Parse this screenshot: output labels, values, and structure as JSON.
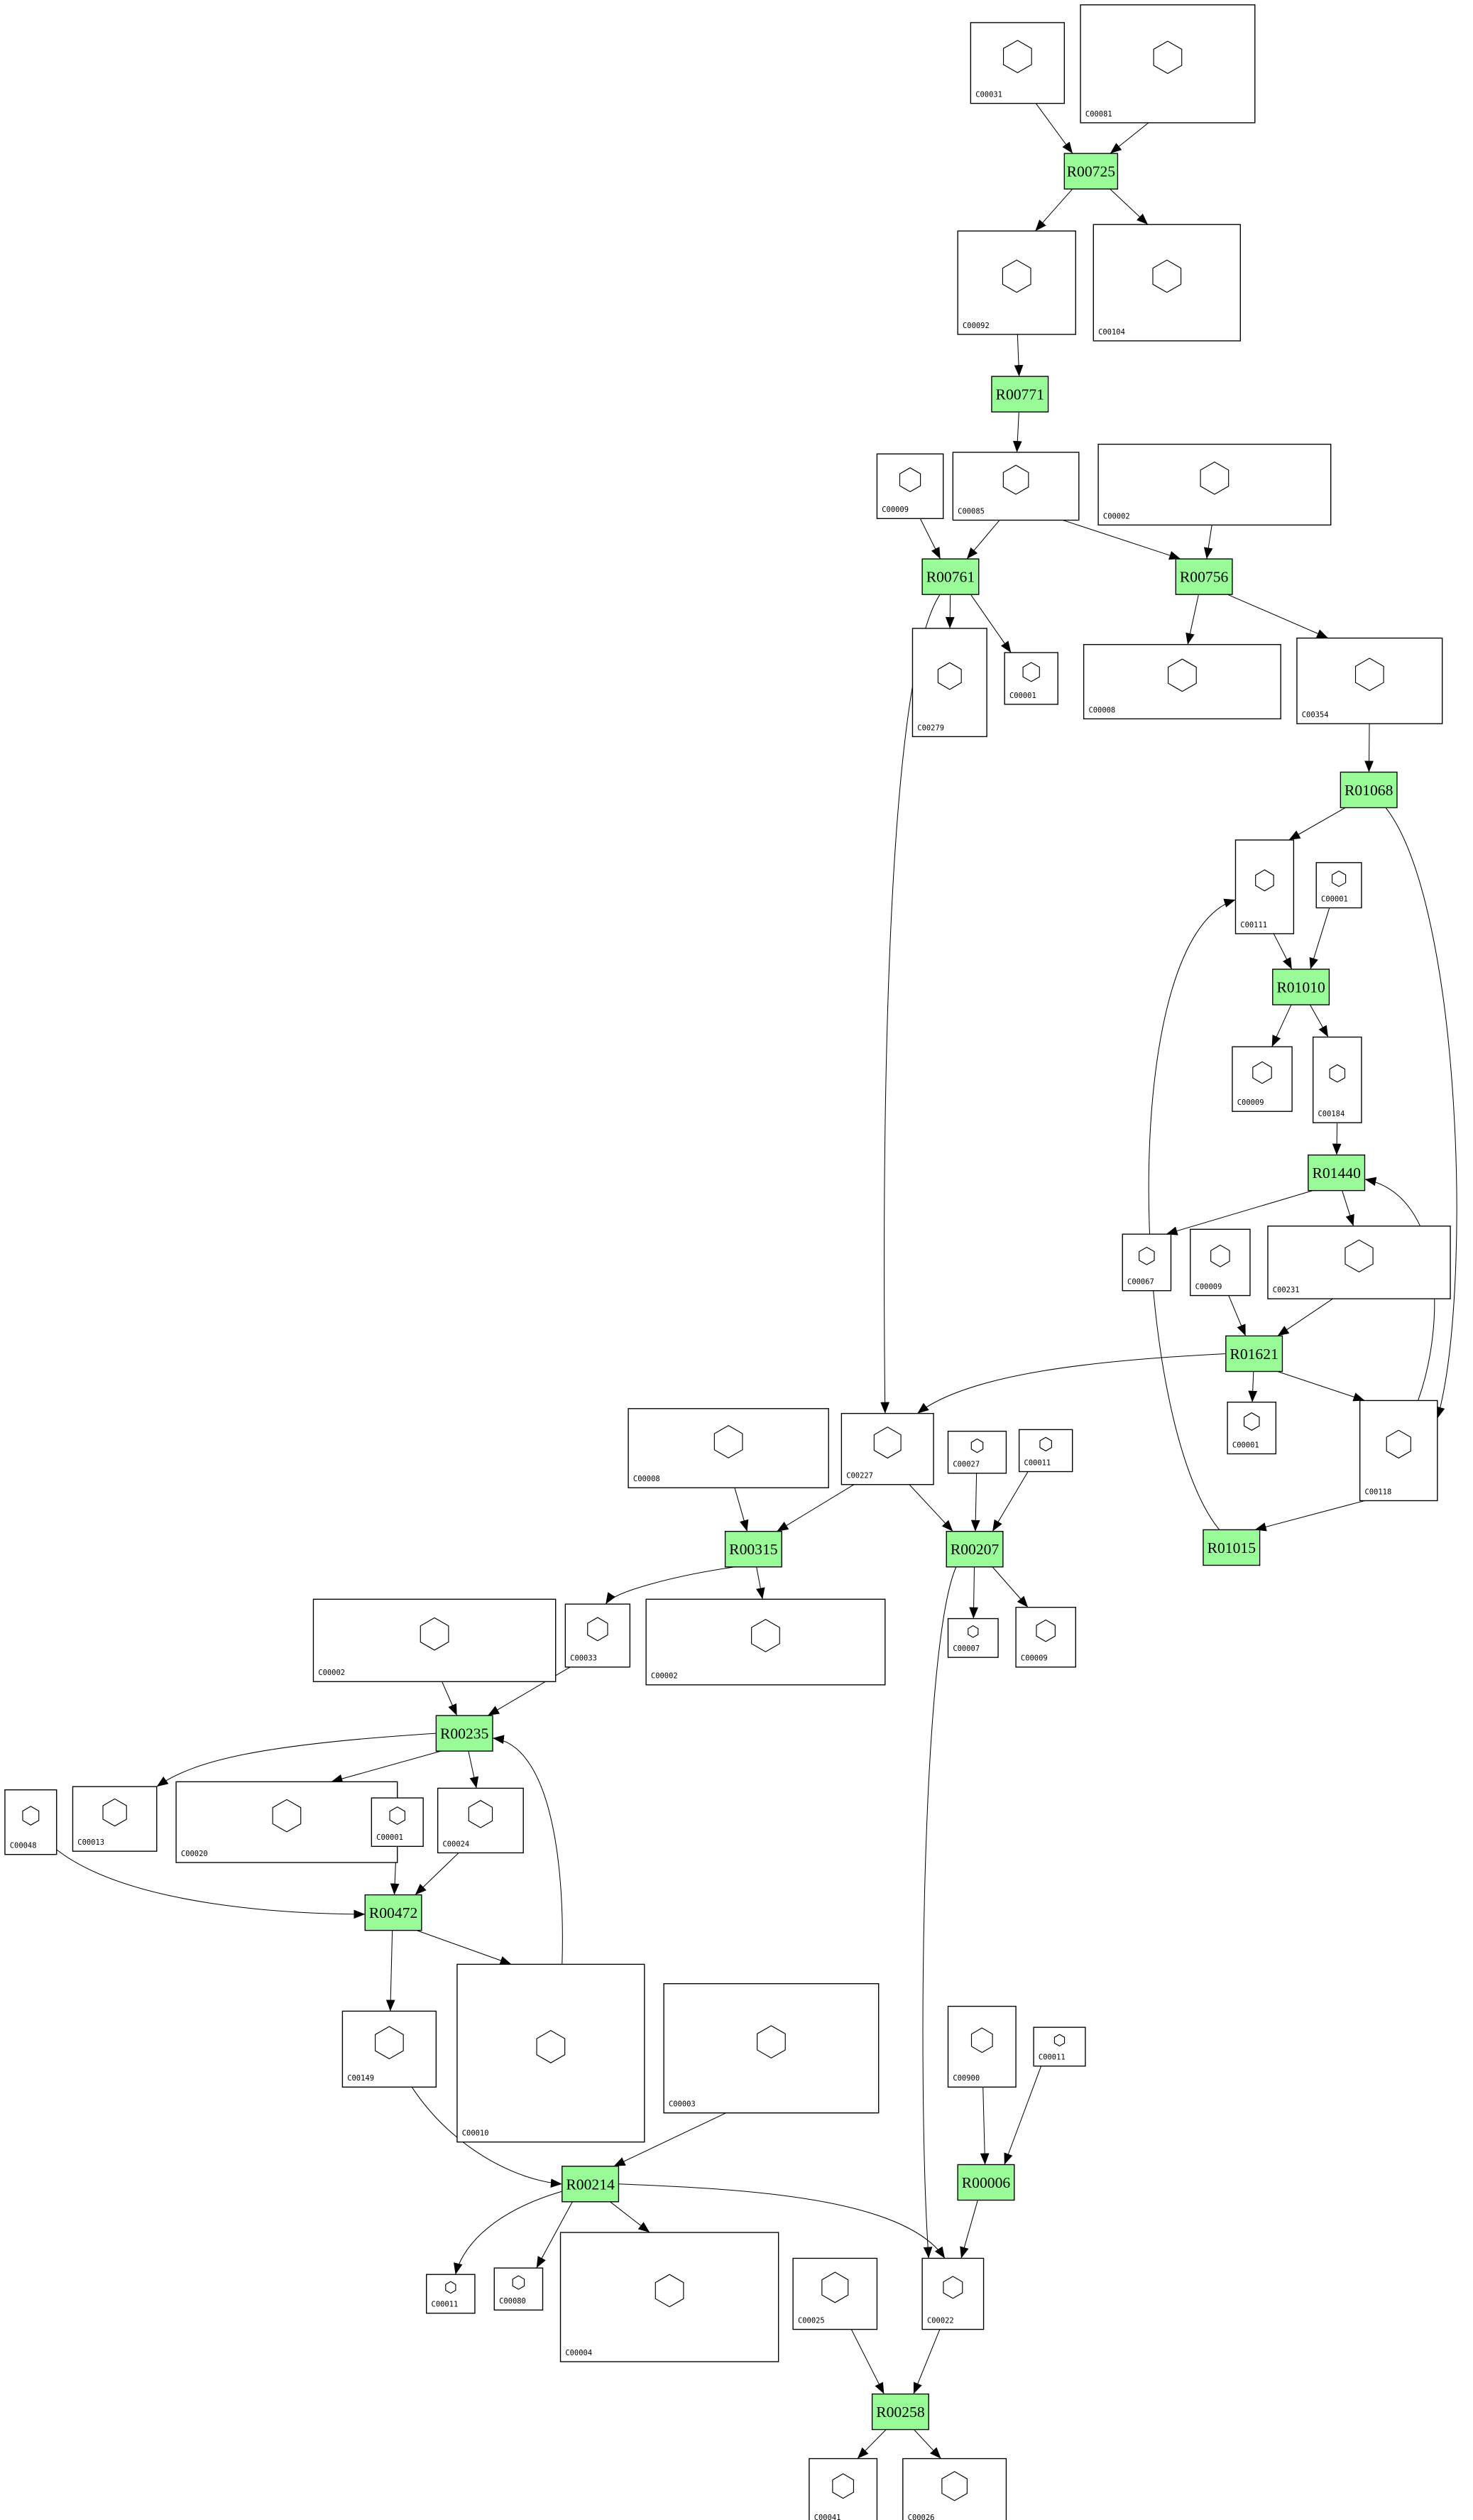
{
  "diagram": {
    "colors": {
      "reaction_fill": "#98fb98",
      "compound_fill": "#ffffff",
      "edge": "#000000"
    },
    "nodes": [
      {
        "label": "C00031",
        "type": "compound"
      },
      {
        "label": "C00081",
        "type": "compound"
      },
      {
        "label": "R00725",
        "type": "reaction"
      },
      {
        "label": "C00092",
        "type": "compound"
      },
      {
        "label": "C00104",
        "type": "compound"
      },
      {
        "label": "R00771",
        "type": "reaction"
      },
      {
        "label": "C00009",
        "type": "compound"
      },
      {
        "label": "C00085",
        "type": "compound"
      },
      {
        "label": "C00002",
        "type": "compound"
      },
      {
        "label": "R00761",
        "type": "reaction"
      },
      {
        "label": "R00756",
        "type": "reaction"
      },
      {
        "label": "C00279",
        "type": "compound"
      },
      {
        "label": "C00001",
        "type": "compound"
      },
      {
        "label": "C00008",
        "type": "compound"
      },
      {
        "label": "C00354",
        "type": "compound"
      },
      {
        "label": "R01068",
        "type": "reaction"
      },
      {
        "label": "C00111",
        "type": "compound"
      },
      {
        "label": "C00001",
        "type": "compound"
      },
      {
        "label": "R01010",
        "type": "reaction"
      },
      {
        "label": "C00009",
        "type": "compound"
      },
      {
        "label": "C00184",
        "type": "compound"
      },
      {
        "label": "R01440",
        "type": "reaction"
      },
      {
        "label": "C00067",
        "type": "compound"
      },
      {
        "label": "C00009",
        "type": "compound"
      },
      {
        "label": "C00231",
        "type": "compound"
      },
      {
        "label": "R01621",
        "type": "reaction"
      },
      {
        "label": "C00001",
        "type": "compound"
      },
      {
        "label": "C00118",
        "type": "compound"
      },
      {
        "label": "R01015",
        "type": "reaction"
      },
      {
        "label": "C00008",
        "type": "compound"
      },
      {
        "label": "C00227",
        "type": "compound"
      },
      {
        "label": "C00027",
        "type": "compound"
      },
      {
        "label": "C00011",
        "type": "compound"
      },
      {
        "label": "R00315",
        "type": "reaction"
      },
      {
        "label": "R00207",
        "type": "reaction"
      },
      {
        "label": "C00007",
        "type": "compound"
      },
      {
        "label": "C00009",
        "type": "compound"
      },
      {
        "label": "C00002",
        "type": "compound"
      },
      {
        "label": "C00033",
        "type": "compound"
      },
      {
        "label": "C00002",
        "type": "compound"
      },
      {
        "label": "R00235",
        "type": "reaction"
      },
      {
        "label": "C00048",
        "type": "compound"
      },
      {
        "label": "C00013",
        "type": "compound"
      },
      {
        "label": "C00020",
        "type": "compound"
      },
      {
        "label": "C00001",
        "type": "compound"
      },
      {
        "label": "C00024",
        "type": "compound"
      },
      {
        "label": "R00472",
        "type": "reaction"
      },
      {
        "label": "C00149",
        "type": "compound"
      },
      {
        "label": "C00010",
        "type": "compound"
      },
      {
        "label": "C00003",
        "type": "compound"
      },
      {
        "label": "C00900",
        "type": "compound"
      },
      {
        "label": "C00011",
        "type": "compound"
      },
      {
        "label": "R00006",
        "type": "reaction"
      },
      {
        "label": "R00214",
        "type": "reaction"
      },
      {
        "label": "C00011",
        "type": "compound"
      },
      {
        "label": "C00080",
        "type": "compound"
      },
      {
        "label": "C00004",
        "type": "compound"
      },
      {
        "label": "C00025",
        "type": "compound"
      },
      {
        "label": "C00022",
        "type": "compound"
      },
      {
        "label": "R00258",
        "type": "reaction"
      },
      {
        "label": "C00041",
        "type": "compound"
      },
      {
        "label": "C00026",
        "type": "compound"
      }
    ],
    "edges": [
      [
        0,
        2
      ],
      [
        1,
        2
      ],
      [
        2,
        3
      ],
      [
        2,
        4
      ],
      [
        3,
        5
      ],
      [
        5,
        7
      ],
      [
        6,
        9
      ],
      [
        7,
        9
      ],
      [
        7,
        10
      ],
      [
        8,
        10
      ],
      [
        9,
        11
      ],
      [
        9,
        12
      ],
      [
        9,
        30
      ],
      [
        10,
        13
      ],
      [
        10,
        14
      ],
      [
        14,
        15
      ],
      [
        15,
        16
      ],
      [
        15,
        27
      ],
      [
        16,
        18
      ],
      [
        17,
        18
      ],
      [
        18,
        19
      ],
      [
        18,
        20
      ],
      [
        20,
        21
      ],
      [
        21,
        22
      ],
      [
        21,
        24
      ],
      [
        23,
        25
      ],
      [
        24,
        25
      ],
      [
        25,
        26
      ],
      [
        25,
        27
      ],
      [
        25,
        30
      ],
      [
        27,
        21
      ],
      [
        27,
        28
      ],
      [
        28,
        16
      ],
      [
        29,
        33
      ],
      [
        30,
        33
      ],
      [
        30,
        34
      ],
      [
        31,
        34
      ],
      [
        32,
        34
      ],
      [
        33,
        38
      ],
      [
        33,
        39
      ],
      [
        34,
        35
      ],
      [
        34,
        36
      ],
      [
        34,
        58
      ],
      [
        37,
        40
      ],
      [
        38,
        40
      ],
      [
        40,
        42
      ],
      [
        40,
        43
      ],
      [
        40,
        45
      ],
      [
        41,
        46
      ],
      [
        44,
        46
      ],
      [
        45,
        46
      ],
      [
        46,
        47
      ],
      [
        46,
        48
      ],
      [
        48,
        40
      ],
      [
        47,
        53
      ],
      [
        49,
        53
      ],
      [
        53,
        54
      ],
      [
        53,
        55
      ],
      [
        53,
        56
      ],
      [
        53,
        58
      ],
      [
        50,
        52
      ],
      [
        51,
        52
      ],
      [
        52,
        58
      ],
      [
        57,
        59
      ],
      [
        58,
        59
      ],
      [
        59,
        60
      ],
      [
        59,
        61
      ]
    ]
  }
}
